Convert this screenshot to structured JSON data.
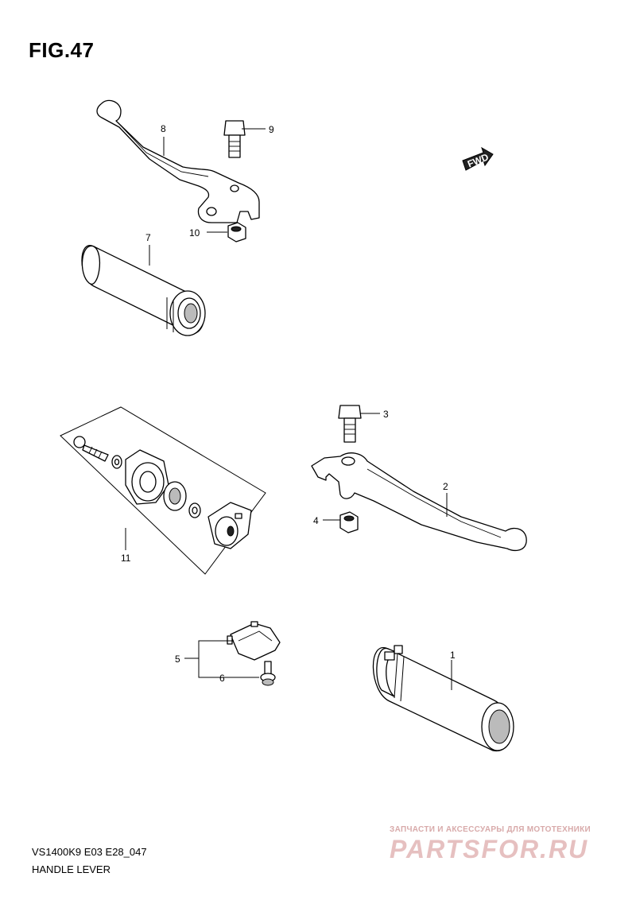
{
  "figure_title": "FIG.47",
  "model_code": "VS1400K9 E03 E28_047",
  "caption": "HANDLE LEVER",
  "fwd_label": "FWD",
  "watermark": {
    "tagline": "ЗАПЧАСТИ И АКСЕССУАРЫ ДЛЯ МОТОТЕХНИКИ",
    "site": "PARTSFOR.RU"
  },
  "callouts": {
    "c1": "1",
    "c2": "2",
    "c3": "3",
    "c4": "4",
    "c5": "5",
    "c6": "6",
    "c7": "7",
    "c8": "8",
    "c9": "9",
    "c10": "10",
    "c11": "11"
  }
}
